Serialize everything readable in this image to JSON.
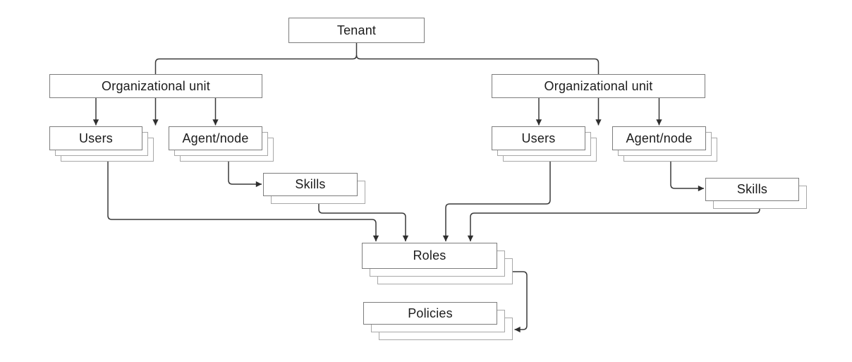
{
  "diagram": {
    "nodes": {
      "tenant": {
        "label": "Tenant",
        "stacked": false
      },
      "org_unit_left": {
        "label": "Organizational unit",
        "stacked": false
      },
      "users_left": {
        "label": "Users",
        "stacked": true
      },
      "agent_node_left": {
        "label": "Agent/node",
        "stacked": true
      },
      "skills_left": {
        "label": "Skills",
        "stacked": true
      },
      "org_unit_right": {
        "label": "Organizational unit",
        "stacked": false
      },
      "users_right": {
        "label": "Users",
        "stacked": true
      },
      "agent_node_right": {
        "label": "Agent/node",
        "stacked": true
      },
      "skills_right": {
        "label": "Skills",
        "stacked": true
      },
      "roles": {
        "label": "Roles",
        "stacked": true
      },
      "policies": {
        "label": "Policies",
        "stacked": true
      }
    },
    "edges": [
      {
        "from": "tenant",
        "to": "org_unit_left"
      },
      {
        "from": "tenant",
        "to": "org_unit_right"
      },
      {
        "from": "org_unit_left",
        "to": "users_left"
      },
      {
        "from": "org_unit_left",
        "to": "agent_node_left"
      },
      {
        "from": "agent_node_left",
        "to": "skills_left"
      },
      {
        "from": "org_unit_right",
        "to": "users_right"
      },
      {
        "from": "org_unit_right",
        "to": "agent_node_right"
      },
      {
        "from": "agent_node_right",
        "to": "skills_right"
      },
      {
        "from": "users_left",
        "to": "roles"
      },
      {
        "from": "skills_left",
        "to": "roles"
      },
      {
        "from": "users_right",
        "to": "roles"
      },
      {
        "from": "skills_right",
        "to": "roles"
      },
      {
        "from": "roles",
        "to": "policies"
      }
    ],
    "colors": {
      "background": "#ffffff",
      "box_border": "#7d7d7d",
      "stack_border": "#a8a8a8",
      "connector": "#3a3a3a",
      "text": "#1c1c1c"
    }
  }
}
